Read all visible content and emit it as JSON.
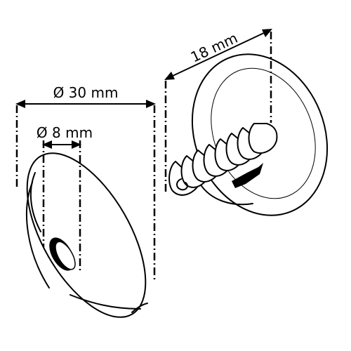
{
  "dimensions": {
    "outer_diameter": "Ø 30 mm",
    "inner_diameter": "Ø 8 mm",
    "length": "18 mm"
  },
  "colors": {
    "stroke": "#000000",
    "background": "#ffffff"
  }
}
